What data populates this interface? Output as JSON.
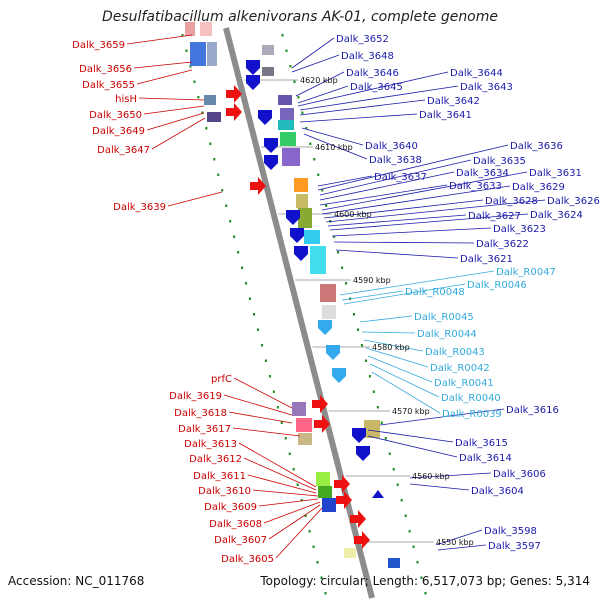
{
  "title": "Desulfatibacillum alkenivorans AK-01, complete genome",
  "accession": "Accession: NC_011768",
  "summary": "Topology: circular; Length: 6,517,073 bp; Genes: 5,314",
  "colors": {
    "left_labels": "#cc0000",
    "right_labels": "#1a1aaa",
    "rna_labels": "#33aadd",
    "backbone": "#8c8c8c",
    "tick_green": "#1a8a1a"
  },
  "kbp_markers": [
    "4620 kbp",
    "4610 kbp",
    "4600 kbp",
    "4590 kbp",
    "4580 kbp",
    "4570 kbp",
    "4560 kbp",
    "4550 kbp"
  ],
  "left_labels": [
    "Dalk_3659",
    "Dalk_3656",
    "Dalk_3655",
    "hisH",
    "Dalk_3650",
    "Dalk_3649",
    "Dalk_3647",
    "Dalk_3639",
    "prfC",
    "Dalk_3619",
    "Dalk_3618",
    "Dalk_3617",
    "Dalk_3613",
    "Dalk_3612",
    "Dalk_3611",
    "Dalk_3610",
    "Dalk_3609",
    "Dalk_3608",
    "Dalk_3607",
    "Dalk_3605"
  ],
  "right_labels": [
    "Dalk_3652",
    "Dalk_3648",
    "Dalk_3646",
    "Dalk_3645",
    "Dalk_3644",
    "Dalk_3643",
    "Dalk_3642",
    "Dalk_3641",
    "Dalk_3640",
    "Dalk_3638",
    "Dalk_3637",
    "Dalk_3636",
    "Dalk_3635",
    "Dalk_3634",
    "Dalk_3633",
    "Dalk_3631",
    "Dalk_3629",
    "Dalk_3628",
    "Dalk_3626",
    "Dalk_3627",
    "Dalk_3624",
    "Dalk_3623",
    "Dalk_3622",
    "Dalk_3621",
    "Dalk_3616",
    "Dalk_3615",
    "Dalk_3614",
    "Dalk_3606",
    "Dalk_3604",
    "Dalk_3598",
    "Dalk_3597"
  ],
  "rna_labels": [
    "Dalk_R0047",
    "Dalk_R0048",
    "Dalk_R0046",
    "Dalk_R0045",
    "Dalk_R0044",
    "Dalk_R0043",
    "Dalk_R0042",
    "Dalk_R0041",
    "Dalk_R0040",
    "Dalk_R0039"
  ]
}
